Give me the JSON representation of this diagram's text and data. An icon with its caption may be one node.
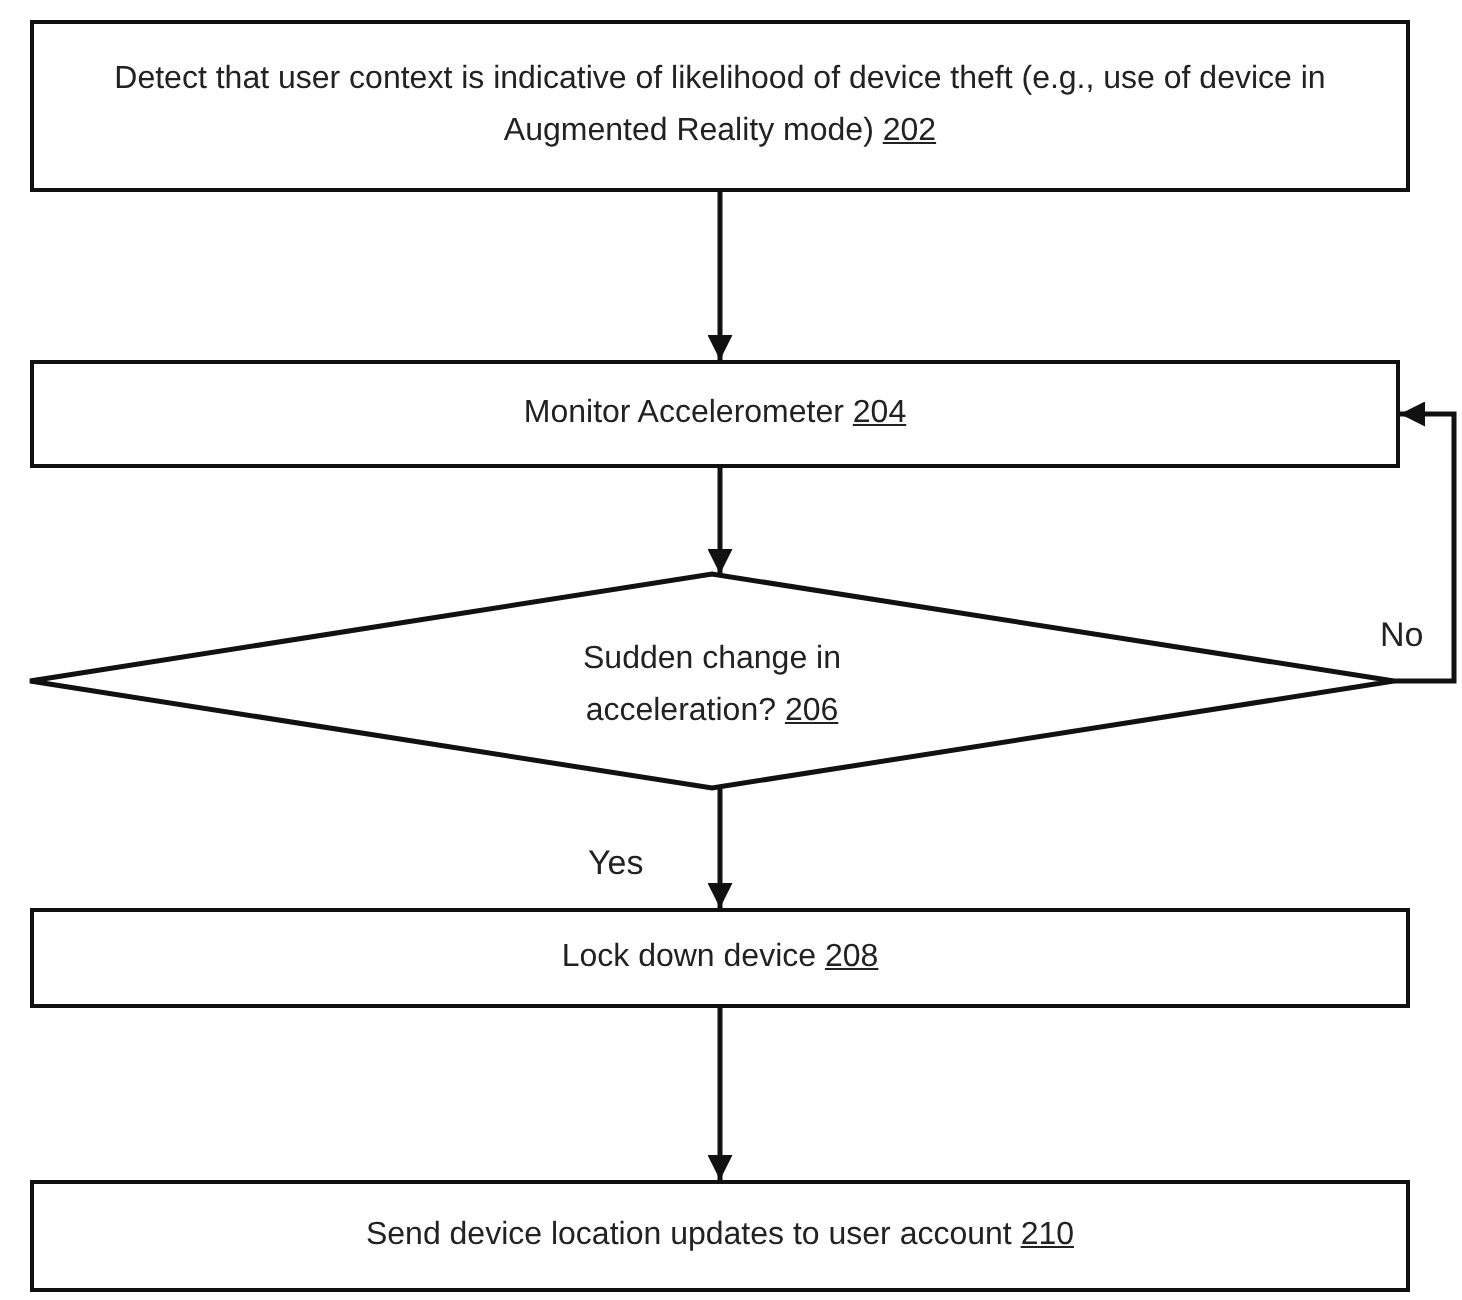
{
  "diagram": {
    "nodes": [
      {
        "text": [
          "Detect that user context is indicative of likelihood of device theft (e.g., use of device in Augmented Reality mode)",
          "202"
        ]
      },
      {
        "text": [
          "Monitor Accelerometer",
          "204"
        ]
      },
      {
        "text": [
          "Sudden change in acceleration?",
          "206"
        ]
      },
      {
        "text": [
          "Lock down device",
          "208"
        ]
      },
      {
        "text": [
          "Send device location updates to user account",
          "210"
        ]
      }
    ],
    "edges": [
      {
        "from": 0,
        "to": 1,
        "arrow": "to"
      },
      {
        "from": 1,
        "to": 2,
        "arrow": "to"
      },
      {
        "from": 2,
        "to": 3,
        "arrow": "to",
        "label": "Yes"
      },
      {
        "from": 3,
        "to": 4,
        "arrow": "to"
      },
      {
        "from": 2,
        "to": 1,
        "arrow": "to",
        "label": "No"
      }
    ]
  }
}
